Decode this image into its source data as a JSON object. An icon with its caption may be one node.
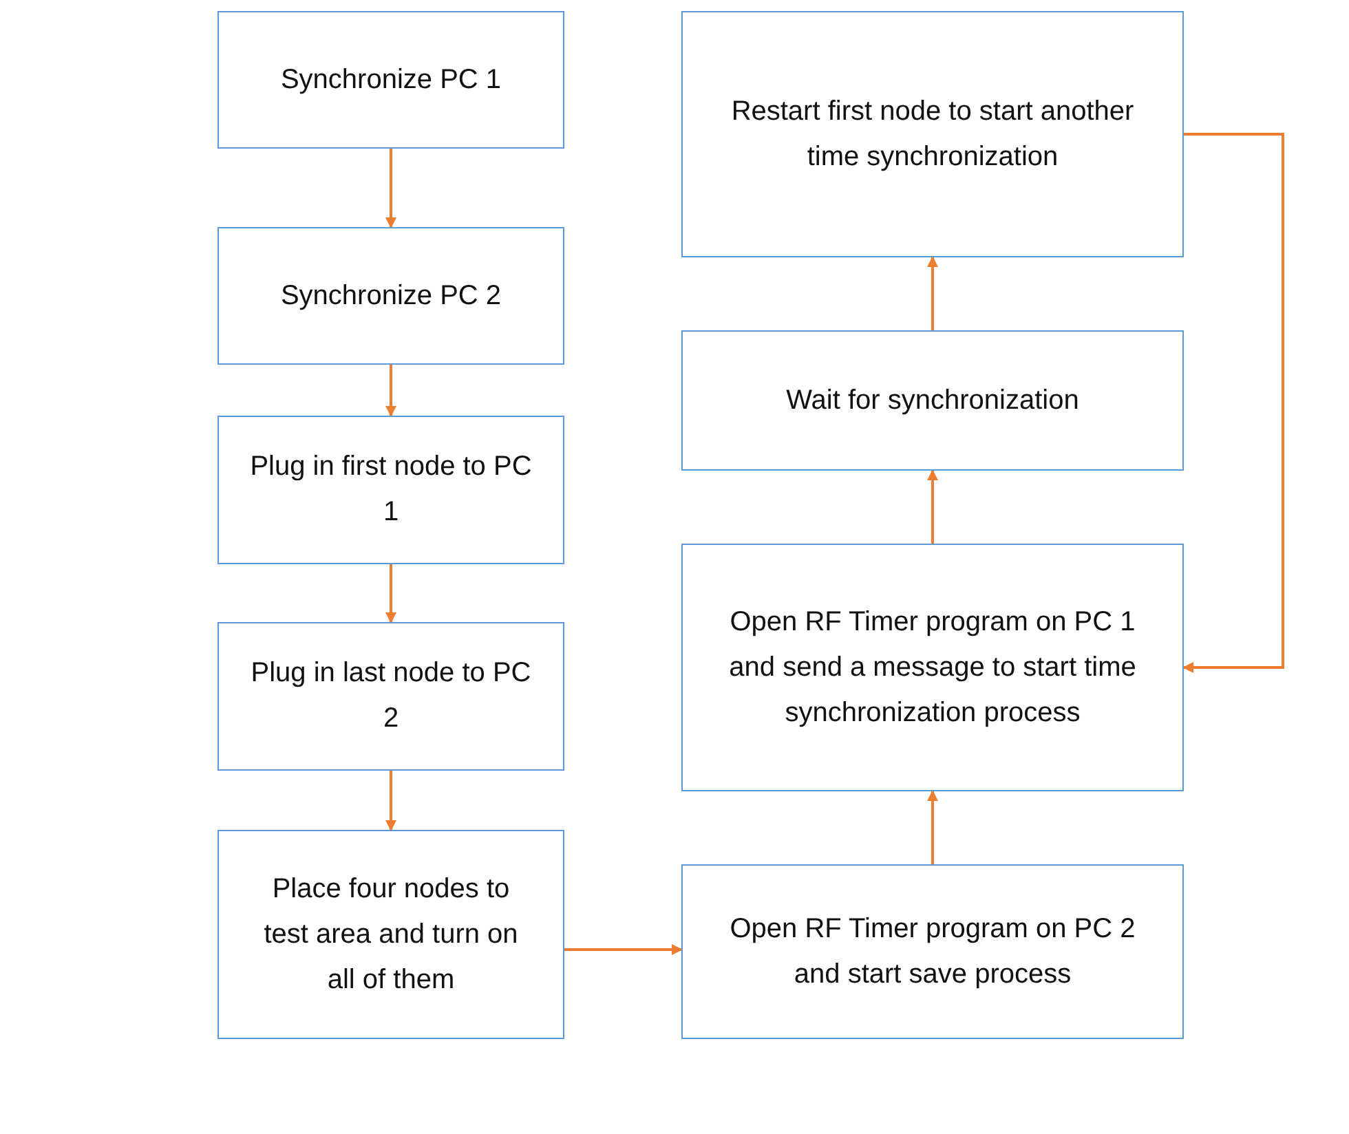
{
  "diagram": {
    "nodes": [
      {
        "text": [
          "Synchronize PC 1"
        ]
      },
      {
        "text": [
          "Synchronize PC 2"
        ]
      },
      {
        "text": [
          "Plug in first node to PC 1"
        ]
      },
      {
        "text": [
          "Plug in last node to PC 2"
        ]
      },
      {
        "text": [
          "Place four nodes to test area and turn on all of them"
        ]
      },
      {
        "text": [
          "Open RF Timer program on PC 2 and start save process"
        ]
      },
      {
        "text": [
          "Open RF Timer program on PC 1 and send a message to start time synchronization process"
        ]
      },
      {
        "text": [
          "Wait for synchronization"
        ]
      },
      {
        "text": [
          "Restart first node to start another time synchronization"
        ]
      }
    ],
    "edges": [
      {
        "from": 0,
        "to": 1,
        "arrow": "to"
      },
      {
        "from": 1,
        "to": 2,
        "arrow": "to"
      },
      {
        "from": 2,
        "to": 3,
        "arrow": "to"
      },
      {
        "from": 3,
        "to": 4,
        "arrow": "to"
      },
      {
        "from": 4,
        "to": 5,
        "arrow": "to"
      },
      {
        "from": 5,
        "to": 6,
        "arrow": "to"
      },
      {
        "from": 6,
        "to": 7,
        "arrow": "to"
      },
      {
        "from": 7,
        "to": 8,
        "arrow": "to"
      },
      {
        "from": 8,
        "to": 6,
        "arrow": "to"
      }
    ]
  }
}
